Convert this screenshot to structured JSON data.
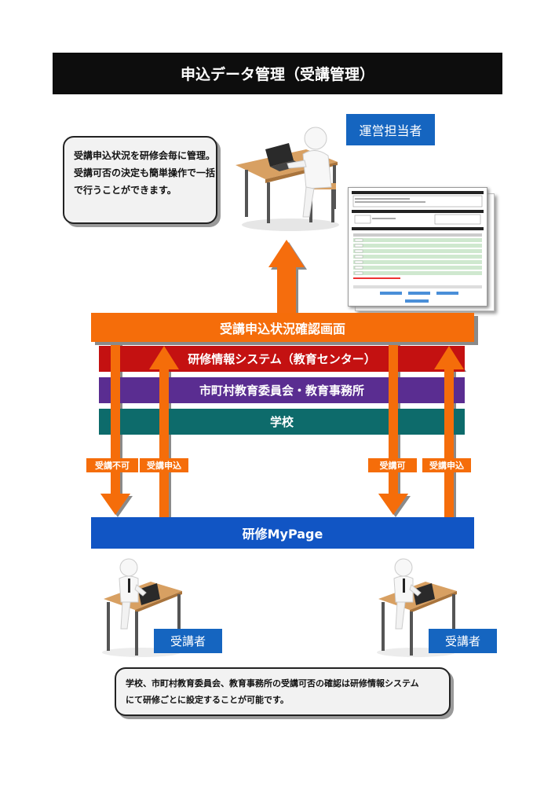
{
  "title": "申込データ管理（受講管理）",
  "admin_label": "運営担当者",
  "admin_note": [
    "受講申込状況を研修会毎に管理。",
    "受講可否の決定も簡単操作で一括",
    "で行うことができます。"
  ],
  "confirm_screen": "受講申込状況確認画面",
  "layers": [
    {
      "label": "研修情報システム（教育センター）",
      "color": "#c41111"
    },
    {
      "label": "市町村教育委員会・教育事務所",
      "color": "#5a2d91"
    },
    {
      "label": "学校",
      "color": "#0d6b6b"
    }
  ],
  "arrows": {
    "deny": "受講不可",
    "apply_left": "受講申込",
    "accept": "受講可",
    "apply_right": "受講申込"
  },
  "mypage": "研修MyPage",
  "trainee_label": "受講者",
  "bottom_note": [
    "学校、市町村教育委員会、教育事務所の受講可否の確認は研修情報システム",
    "にて研修ごとに設定することが可能です。"
  ],
  "colors": {
    "orange": "#f56d0a",
    "blue": "#1155c4",
    "tag_blue": "#1565c0"
  }
}
